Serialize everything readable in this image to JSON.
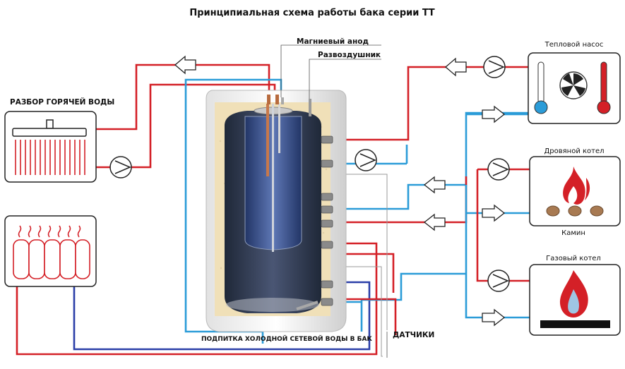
{
  "title": "Принципиальная схема работы бака серии ТТ",
  "labels": {
    "anode": "Магниевый анод",
    "air_vent": "Развоздушник",
    "hot_water": "РАЗБОР ГОРЯЧЕЙ ВОДЫ",
    "heat_pump": "Тепловой насос",
    "wood_boiler": "Дровяной котел",
    "fireplace": "Камин",
    "gas_boiler": "Газовый котел",
    "cold_feed": "ПОДПИТКА ХОЛОДНОЙ СЕТЕВОЙ ВОДЫ В БАК",
    "sensors": "ДАТЧИКИ"
  },
  "colors": {
    "hot_line": "#d42027",
    "cold_line": "#2b9cd8",
    "return_line": "#2b3fa8",
    "insulation": "#f0e0b8",
    "tank_inner": "#2f3a52",
    "coil": "#3a4f86",
    "nozzle": "#7a7a7a"
  },
  "icons": [
    "shower-icon",
    "radiator-icon",
    "thermometer-cold-icon",
    "fan-icon",
    "thermometer-hot-icon",
    "flame-icon",
    "logs-icon",
    "gas-flame-icon",
    "pump-icon",
    "arrow-icon"
  ]
}
